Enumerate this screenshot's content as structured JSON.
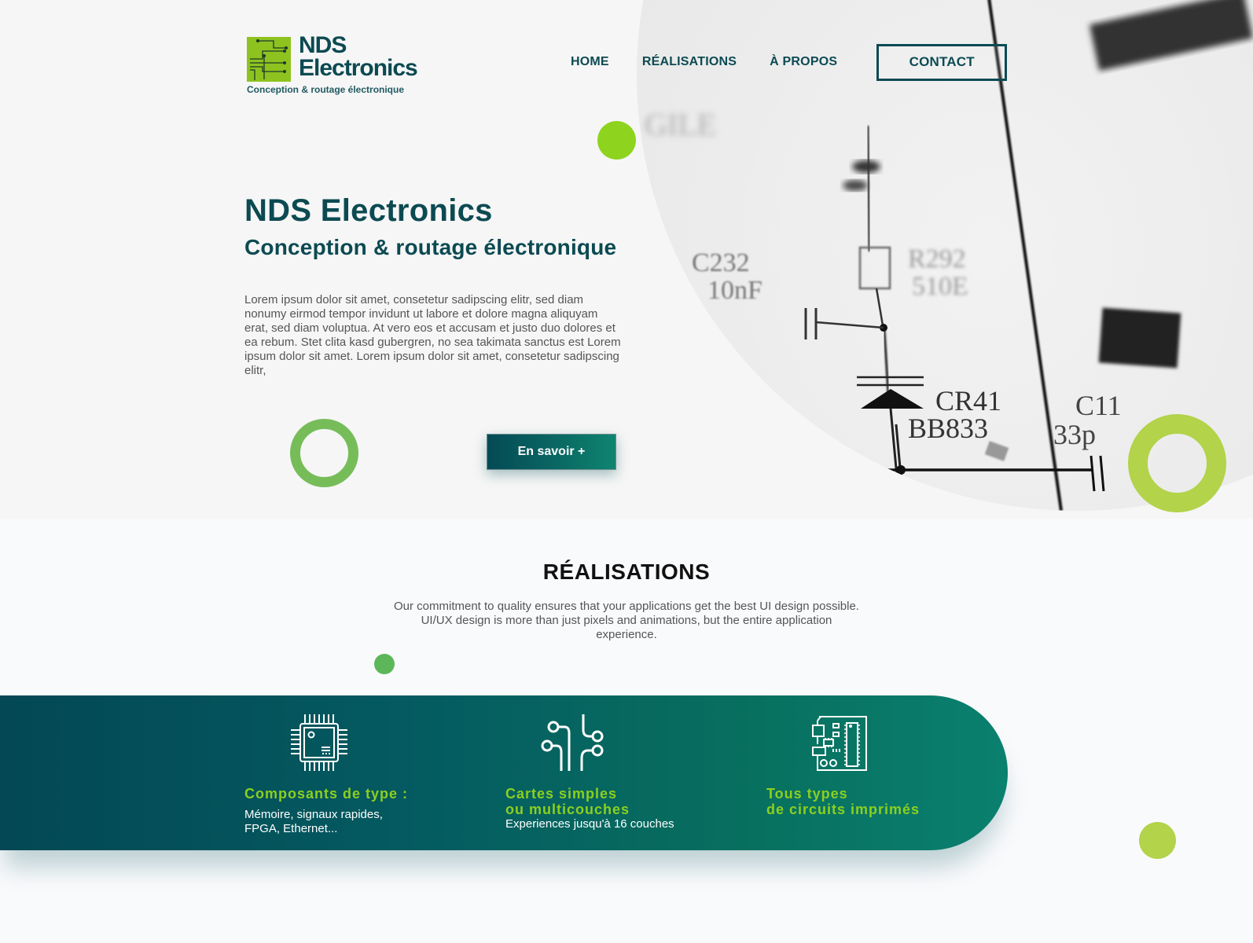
{
  "brand": {
    "name_line1": "NDS",
    "name_line2": "Electronics",
    "tagline": "Conception & routage électronique"
  },
  "nav": {
    "items": [
      {
        "label": "HOME"
      },
      {
        "label": "RÉALISATIONS"
      },
      {
        "label": "À PROPOS"
      }
    ],
    "contact_label": "CONTACT"
  },
  "hero": {
    "title": "NDS Electronics",
    "subtitle": "Conception & routage électronique",
    "body": "Lorem ipsum dolor sit amet, consetetur sadipscing elitr, sed diam nonumy eirmod tempor invidunt ut labore et dolore magna aliquyam erat, sed diam voluptua. At vero eos et accusam et justo duo dolores et ea rebum. Stet clita kasd gubergren, no sea takimata sanctus est Lorem ipsum dolor sit amet. Lorem ipsum dolor sit amet, consetetur sadipscing elitr,",
    "cta_label": "En savoir +",
    "photo_labels": [
      "C232",
      "10nF",
      "R292",
      "510E",
      "CR41",
      "BB833",
      "C11",
      "33p"
    ]
  },
  "realisations": {
    "title": "RÉALISATIONS",
    "description": "Our commitment to quality ensures that your applications get the best UI design possible. UI/UX design is more than just pixels and animations, but the entire application experience."
  },
  "features": [
    {
      "icon": "chip-icon",
      "title_line1": "Composants de type :",
      "title_line2": "",
      "desc_line1": "Mémoire, signaux rapides,",
      "desc_line2": "FPGA, Ethernet..."
    },
    {
      "icon": "circuit-traces-icon",
      "title_line1": "Cartes simples",
      "title_line2": "ou multicouches",
      "desc_line1": "Experiences jusqu'à 16 couches",
      "desc_line2": ""
    },
    {
      "icon": "pcb-board-icon",
      "title_line1": "Tous types",
      "title_line2": "de circuits imprimés",
      "desc_line1": "",
      "desc_line2": ""
    }
  ],
  "colors": {
    "primary_teal": "#0c4a52",
    "accent_green": "#8ec31f",
    "lime": "#b2d34a",
    "ring_green": "#76bd59",
    "band_start": "#034854",
    "band_end": "#0a806f"
  }
}
